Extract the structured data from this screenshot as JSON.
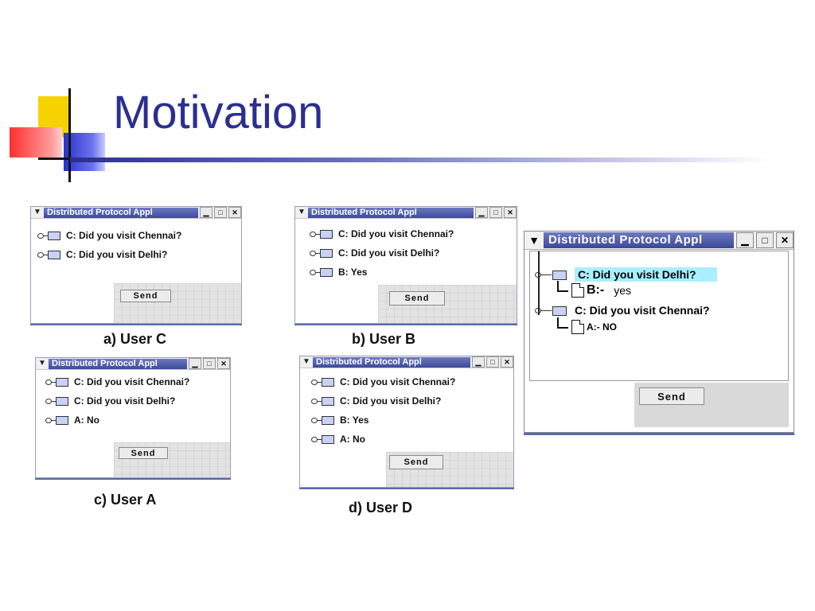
{
  "slide": {
    "title": "Motivation"
  },
  "window_title": "Distributed Protocol Appl",
  "windows": {
    "user_c": {
      "caption": "a) User C",
      "items": [
        "C: Did you visit Chennai?",
        "C: Did you visit Delhi?"
      ],
      "send_label": "Send"
    },
    "user_b": {
      "caption": "b) User B",
      "items": [
        "C: Did you visit Chennai?",
        "C: Did you visit Delhi?",
        "B: Yes"
      ],
      "send_label": "Send"
    },
    "user_a": {
      "caption": "c) User A",
      "items": [
        "C: Did you visit Chennai?",
        "C: Did you visit Delhi?",
        "A: No"
      ],
      "send_label": "Send"
    },
    "user_d": {
      "caption": "d) User D",
      "items": [
        "C: Did you visit Chennai?",
        "C: Did you visit Delhi?",
        "B: Yes",
        "A: No"
      ],
      "send_label": "Send"
    },
    "threaded": {
      "node1": "C: Did you visit Delhi?",
      "reply1_prefix": "B:-",
      "reply1_text": "yes",
      "node2": "C: Did you visit Chennai?",
      "reply2": "A:- NO",
      "send_label": "Send"
    }
  },
  "icons": {
    "window_menu": "chevron-down-icon",
    "minimize": "minimize-icon",
    "maximize": "maximize-icon",
    "close": "close-icon",
    "tree_node": "folder-key-icon",
    "leaf": "document-icon"
  },
  "colors": {
    "title": "#2b2f8f",
    "titlebar": "#4a57a8",
    "highlight": "#a8f0ff"
  }
}
